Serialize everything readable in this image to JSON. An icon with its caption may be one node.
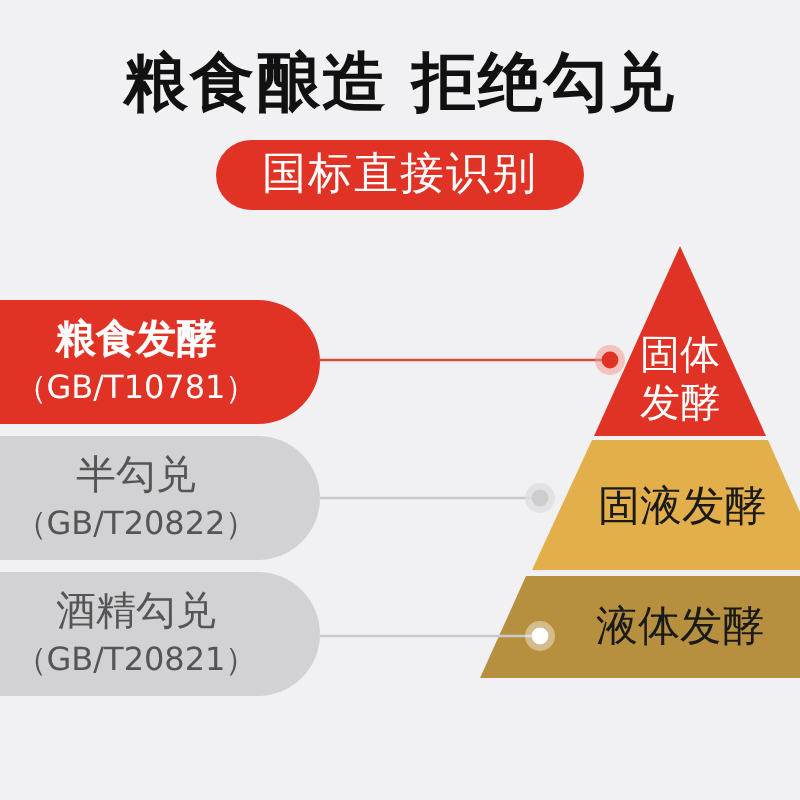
{
  "diagram": {
    "title": "粮食酿造 拒绝勾兑",
    "nodes": [
      {
        "text": [
          "国标直接识别"
        ]
      },
      {
        "text": [
          "粮食发酵",
          "（GB/T10781）"
        ]
      },
      {
        "text": [
          "半勾兑",
          "（GB/T20822）"
        ]
      },
      {
        "text": [
          "酒精勾兑",
          "（GB/T20821）"
        ]
      },
      {
        "text": [
          "固体发酵"
        ]
      },
      {
        "text": [
          "固液发酵"
        ]
      },
      {
        "text": [
          "液体发酵"
        ]
      }
    ],
    "edges": [
      {
        "from": 1,
        "to": 4,
        "arrow": "other",
        "color": "#d4493d"
      },
      {
        "from": 2,
        "to": 5,
        "arrow": "other"
      },
      {
        "from": 3,
        "to": 6,
        "arrow": "other"
      }
    ]
  }
}
